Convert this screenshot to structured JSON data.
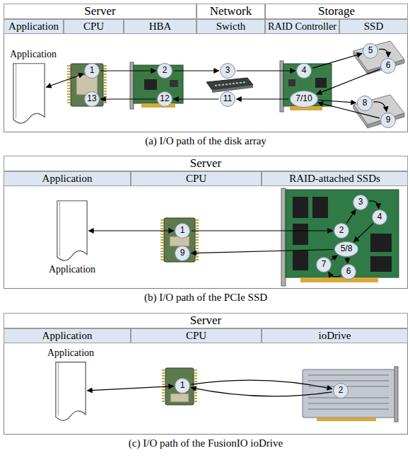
{
  "diagram": {
    "nodes": [
      {
        "text": [
          "(a) I/O path of the disk array"
        ]
      },
      {
        "text": [
          "Server"
        ],
        "in": 0
      },
      {
        "text": [
          "Network"
        ],
        "in": 0
      },
      {
        "text": [
          "Storage"
        ],
        "in": 0
      },
      {
        "text": [
          "Application"
        ],
        "in": 0
      },
      {
        "text": [
          "CPU"
        ],
        "in": 0
      },
      {
        "text": [
          "HBA"
        ],
        "in": 0
      },
      {
        "text": [
          "Swicth"
        ],
        "in": 0
      },
      {
        "text": [
          "RAID Controller"
        ],
        "in": 0
      },
      {
        "text": [
          "SSD"
        ],
        "in": 0
      },
      {
        "text": [
          "Application"
        ],
        "in": 0
      },
      {
        "text": [
          "1"
        ],
        "in": 0
      },
      {
        "text": [
          "2"
        ],
        "in": 0
      },
      {
        "text": [
          "3"
        ],
        "in": 0
      },
      {
        "text": [
          "4"
        ],
        "in": 0
      },
      {
        "text": [
          "5"
        ],
        "in": 0
      },
      {
        "text": [
          "6"
        ],
        "in": 0
      },
      {
        "text": [
          "7/10"
        ],
        "in": 0
      },
      {
        "text": [
          "8"
        ],
        "in": 0
      },
      {
        "text": [
          "9"
        ],
        "in": 0
      },
      {
        "text": [
          "11"
        ],
        "in": 0
      },
      {
        "text": [
          "12"
        ],
        "in": 0
      },
      {
        "text": [
          "13"
        ],
        "in": 0
      },
      {
        "text": [
          "(b) I/O path of the PCIe SSD"
        ]
      },
      {
        "text": [
          "Server"
        ],
        "in": 23
      },
      {
        "text": [
          "Application"
        ],
        "in": 23
      },
      {
        "text": [
          "CPU"
        ],
        "in": 23
      },
      {
        "text": [
          "RAID-attached SSDs"
        ],
        "in": 23
      },
      {
        "text": [
          "Application"
        ],
        "in": 23
      },
      {
        "text": [
          "1"
        ],
        "in": 23
      },
      {
        "text": [
          "2"
        ],
        "in": 23
      },
      {
        "text": [
          "3"
        ],
        "in": 23
      },
      {
        "text": [
          "4"
        ],
        "in": 23
      },
      {
        "text": [
          "5/8"
        ],
        "in": 23
      },
      {
        "text": [
          "6"
        ],
        "in": 23
      },
      {
        "text": [
          "7"
        ],
        "in": 23
      },
      {
        "text": [
          "9"
        ],
        "in": 23
      },
      {
        "text": [
          "(c) I/O path of the FusionIO ioDrive"
        ]
      },
      {
        "text": [
          "Server"
        ],
        "in": 37
      },
      {
        "text": [
          "Application"
        ],
        "in": 37
      },
      {
        "text": [
          "CPU"
        ],
        "in": 37
      },
      {
        "text": [
          "ioDrive"
        ],
        "in": 37
      },
      {
        "text": [
          "Application"
        ],
        "in": 37
      },
      {
        "text": [
          "1"
        ],
        "in": 37
      },
      {
        "text": [
          "2"
        ],
        "in": 37
      }
    ],
    "edges": [
      {
        "from": 10,
        "to": 11,
        "arrow": "both"
      },
      {
        "from": 11,
        "to": 12,
        "arrow": "to"
      },
      {
        "from": 12,
        "to": 13,
        "arrow": "to"
      },
      {
        "from": 13,
        "to": 14,
        "arrow": "to"
      },
      {
        "from": 14,
        "to": 15,
        "arrow": "to"
      },
      {
        "from": 15,
        "to": 16,
        "arrow": "to"
      },
      {
        "from": 16,
        "to": 17,
        "arrow": "to"
      },
      {
        "from": 17,
        "to": 18,
        "arrow": "to"
      },
      {
        "from": 18,
        "to": 19,
        "arrow": "to"
      },
      {
        "from": 19,
        "to": 17,
        "arrow": "to"
      },
      {
        "from": 17,
        "to": 20,
        "arrow": "to"
      },
      {
        "from": 20,
        "to": 21,
        "arrow": "to"
      },
      {
        "from": 21,
        "to": 22,
        "arrow": "to"
      },
      {
        "from": 28,
        "to": 29,
        "arrow": "both"
      },
      {
        "from": 29,
        "to": 30,
        "arrow": "to"
      },
      {
        "from": 30,
        "to": 31,
        "arrow": "to"
      },
      {
        "from": 31,
        "to": 32,
        "arrow": "to"
      },
      {
        "from": 32,
        "to": 33,
        "arrow": "to"
      },
      {
        "from": 33,
        "to": 34,
        "arrow": "to"
      },
      {
        "from": 34,
        "to": 35,
        "arrow": "to"
      },
      {
        "from": 35,
        "to": 33,
        "arrow": "to"
      },
      {
        "from": 33,
        "to": 36,
        "arrow": "to"
      },
      {
        "from": 42,
        "to": 43,
        "arrow": "both"
      },
      {
        "from": 43,
        "to": 44,
        "arrow": "to"
      },
      {
        "from": 44,
        "to": 43,
        "arrow": "to"
      }
    ]
  }
}
